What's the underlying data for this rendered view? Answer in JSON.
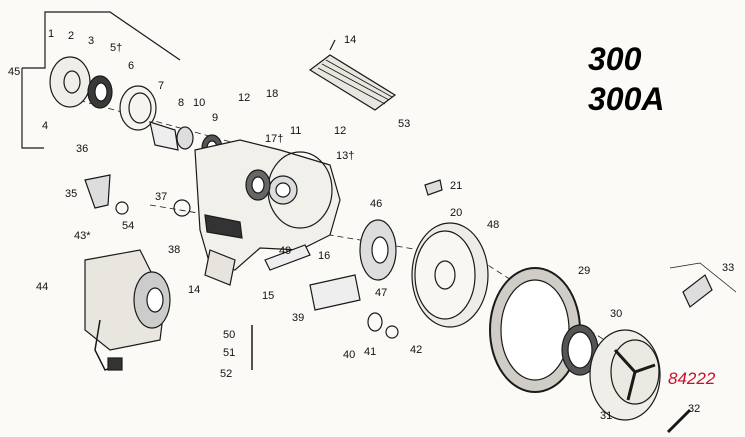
{
  "models": [
    "300",
    "300A"
  ],
  "kit_number": "84222",
  "callouts": [
    {
      "id": "c1",
      "text": "1"
    },
    {
      "id": "c2",
      "text": "2"
    },
    {
      "id": "c3",
      "text": "3"
    },
    {
      "id": "c4",
      "text": "4"
    },
    {
      "id": "c5",
      "text": "5†"
    },
    {
      "id": "c6",
      "text": "6"
    },
    {
      "id": "c7",
      "text": "7"
    },
    {
      "id": "c8",
      "text": "8"
    },
    {
      "id": "c9",
      "text": "9"
    },
    {
      "id": "c10",
      "text": "10"
    },
    {
      "id": "c11",
      "text": "11"
    },
    {
      "id": "c12a",
      "text": "12"
    },
    {
      "id": "c12b",
      "text": "12"
    },
    {
      "id": "c13",
      "text": "13†"
    },
    {
      "id": "c14a",
      "text": "14"
    },
    {
      "id": "c14b",
      "text": "14"
    },
    {
      "id": "c15",
      "text": "15"
    },
    {
      "id": "c16",
      "text": "16"
    },
    {
      "id": "c17",
      "text": "17†"
    },
    {
      "id": "c18",
      "text": "18"
    },
    {
      "id": "c20",
      "text": "20"
    },
    {
      "id": "c21",
      "text": "21"
    },
    {
      "id": "c29",
      "text": "29"
    },
    {
      "id": "c30",
      "text": "30"
    },
    {
      "id": "c31",
      "text": "31"
    },
    {
      "id": "c32",
      "text": "32"
    },
    {
      "id": "c33",
      "text": "33"
    },
    {
      "id": "c35",
      "text": "35"
    },
    {
      "id": "c36",
      "text": "36"
    },
    {
      "id": "c37",
      "text": "37"
    },
    {
      "id": "c38",
      "text": "38"
    },
    {
      "id": "c39",
      "text": "39"
    },
    {
      "id": "c40",
      "text": "40"
    },
    {
      "id": "c41",
      "text": "41"
    },
    {
      "id": "c42",
      "text": "42"
    },
    {
      "id": "c43",
      "text": "43*"
    },
    {
      "id": "c44",
      "text": "44"
    },
    {
      "id": "c45",
      "text": "45"
    },
    {
      "id": "c46",
      "text": "46"
    },
    {
      "id": "c47",
      "text": "47"
    },
    {
      "id": "c48",
      "text": "48"
    },
    {
      "id": "c49",
      "text": "49"
    },
    {
      "id": "c50",
      "text": "50"
    },
    {
      "id": "c51",
      "text": "51"
    },
    {
      "id": "c52",
      "text": "52"
    },
    {
      "id": "c53",
      "text": "53"
    },
    {
      "id": "c54",
      "text": "54"
    }
  ]
}
